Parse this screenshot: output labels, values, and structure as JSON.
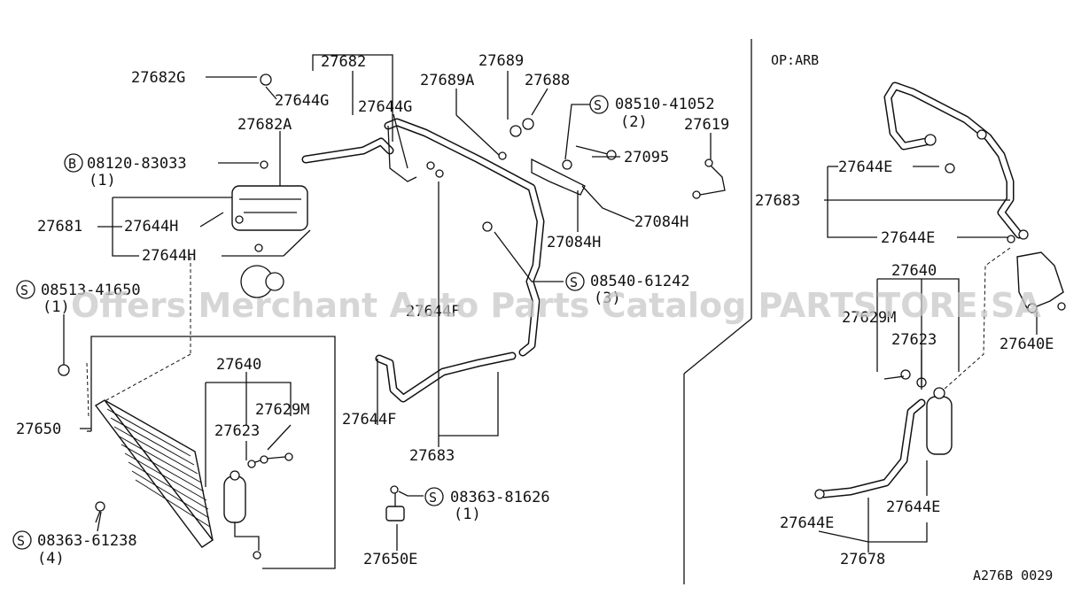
{
  "watermark": "Offers Merchant Auto Parts Catalog PARTSTORE.SA",
  "section_label": "OP:ARB",
  "footer_code": "A276B 0029",
  "callouts": {
    "p27682G": "27682G",
    "p27682": "27682",
    "p27644G_a": "27644G",
    "p27644G_b": "27644G",
    "p27682A": "27682A",
    "p27689": "27689",
    "p27689A": "27689A",
    "p27688": "27688",
    "p08510_41052": "08510-41052",
    "p08510_qty": "(2)",
    "p27619": "27619",
    "p27095": "27095",
    "p27084H_a": "27084H",
    "p27084H_b": "27084H",
    "p08120_83033": "08120-83033",
    "p08120_qty": "(1)",
    "p27681": "27681",
    "p27644H_a": "27644H",
    "p27644H_b": "27644H",
    "p08513_41650": "08513-41650",
    "p08513_qty": "(1)",
    "p08540_61242": "08540-61242",
    "p08540_qty": "(3)",
    "p27644F_a": "27644F",
    "p27644F_b": "27644F",
    "p27650": "27650",
    "p27640_a": "27640",
    "p27629M_a": "27629M",
    "p27623_a": "27623",
    "p08363_61238": "08363-61238",
    "p08363_61238_qty": "(4)",
    "p27683_a": "27683",
    "p08363_81626": "08363-81626",
    "p08363_81626_qty": "(1)",
    "p27650E": "27650E",
    "p27644E_a": "27644E",
    "p27683_b": "27683",
    "p27644E_b": "27644E",
    "p27640_b": "27640",
    "p27629M_b": "27629M",
    "p27623_b": "27623",
    "p27640E": "27640E",
    "p27644E_c": "27644E",
    "p27644E_d": "27644E",
    "p27678": "27678"
  },
  "prefixes": {
    "s_circle": "S",
    "b_circle": "B"
  }
}
